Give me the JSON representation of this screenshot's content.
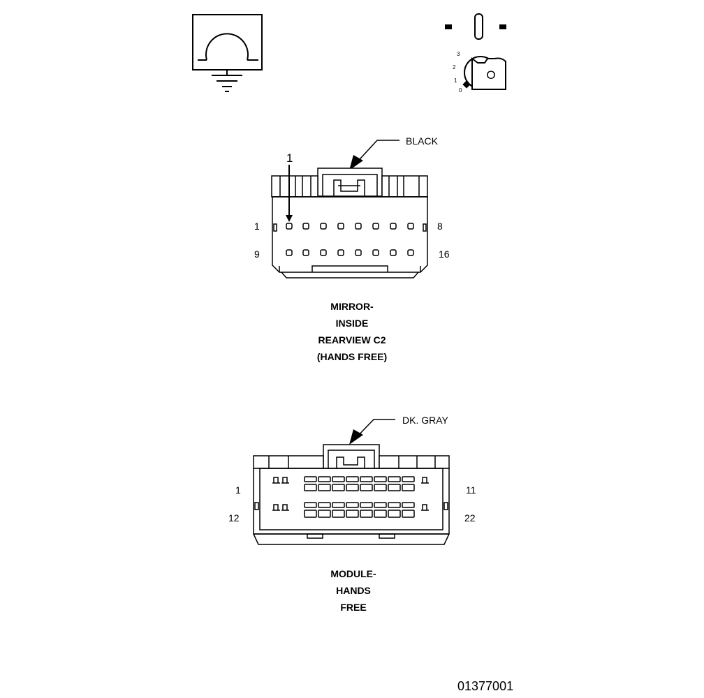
{
  "ground_symbol": {
    "icon": "ground-symbol-icon"
  },
  "ignition_symbol": {
    "icon": "ignition-key-icon",
    "positions": [
      "3",
      "2",
      "1",
      "0"
    ],
    "key_letter": "O"
  },
  "connector_c2": {
    "color_label": "BLACK",
    "pin_marker": "1",
    "pin_top_left": "1",
    "pin_top_right": "8",
    "pin_bottom_left": "9",
    "pin_bottom_right": "16",
    "title_lines": [
      "MIRROR-",
      "INSIDE",
      "REARVIEW C2",
      "(HANDS FREE)"
    ]
  },
  "connector_module": {
    "color_label": "DK. GRAY",
    "pin_top_left": "1",
    "pin_top_right": "11",
    "pin_bottom_left": "12",
    "pin_bottom_right": "22",
    "title_lines": [
      "MODULE-",
      "HANDS",
      "FREE"
    ]
  },
  "figure_id": "01377001"
}
